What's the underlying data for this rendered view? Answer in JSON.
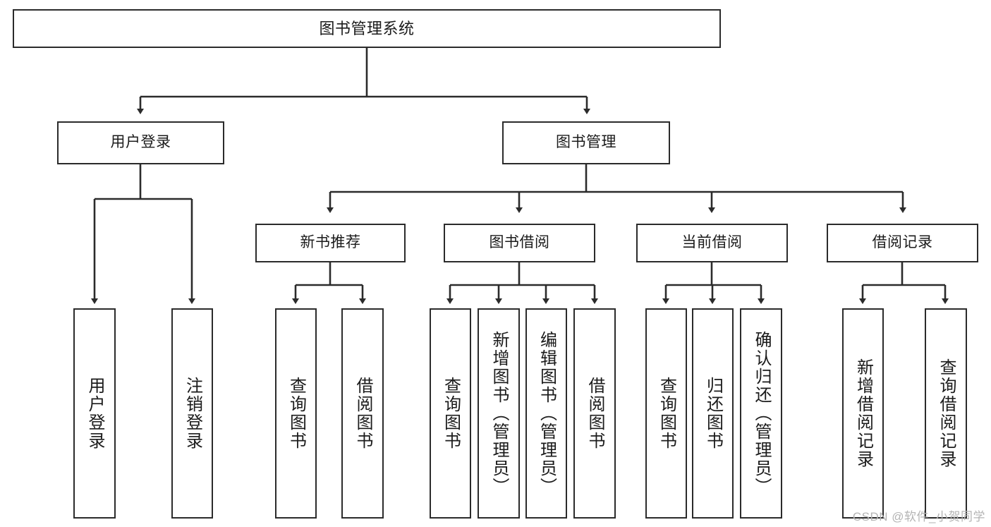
{
  "diagram": {
    "title": "图书管理系统",
    "watermark": "CSDN @软件_小贺同学",
    "type": "tree-hierarchy",
    "levels": 4,
    "colors": {
      "stroke": "#2b2b2b",
      "fill": "#ffffff",
      "text": "#1b1b1b",
      "watermark": "#b4b4b4"
    },
    "nodes": {
      "root": "图书管理系统",
      "level2": [
        "用户登录",
        "图书管理"
      ],
      "level3": [
        "新书推荐",
        "图书借阅",
        "当前借阅",
        "借阅记录"
      ],
      "leaves": {
        "user_login": [
          "用户登录",
          "注销登录"
        ],
        "new_book_recommend": [
          "查询图书",
          "借阅图书"
        ],
        "book_borrow": [
          "查询图书",
          "新增图书（管理员）",
          "编辑图书（管理员）",
          "借阅图书"
        ],
        "current_borrow": [
          "查询图书",
          "归还图书",
          "确认归还（管理员）"
        ],
        "borrow_record": [
          "新增借阅记录",
          "查询借阅记录"
        ]
      }
    }
  }
}
